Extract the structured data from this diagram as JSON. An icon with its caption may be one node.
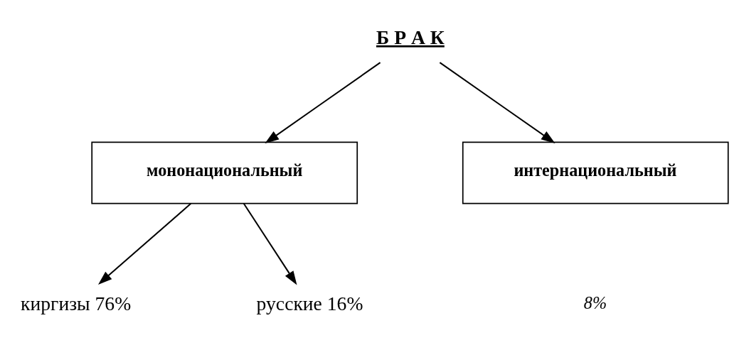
{
  "diagram": {
    "nodes": [
      {
        "text": [
          "Б Р А К"
        ]
      },
      {
        "text": [
          "мононациональный"
        ]
      },
      {
        "text": [
          "интернациональный"
        ]
      },
      {
        "text": [
          "киргизы 76%"
        ]
      },
      {
        "text": [
          "русские 16%"
        ]
      }
    ],
    "edges": [
      {
        "from": 0,
        "to": 1,
        "arrow": "to"
      },
      {
        "from": 0,
        "to": 2,
        "arrow": "to"
      },
      {
        "from": 1,
        "to": 3,
        "arrow": "to"
      },
      {
        "from": 1,
        "to": 4,
        "arrow": "to"
      }
    ],
    "labels": [
      "8%"
    ]
  }
}
